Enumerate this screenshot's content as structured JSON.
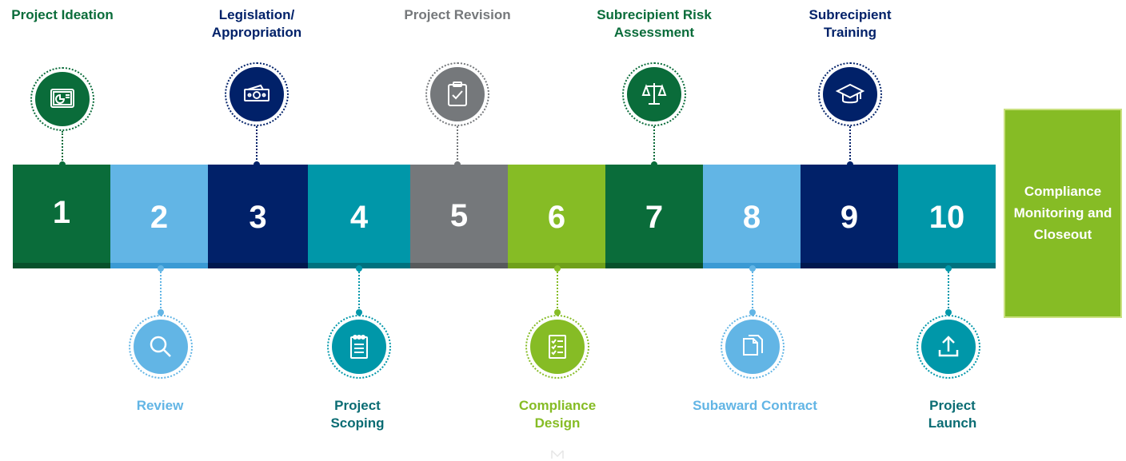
{
  "colors": {
    "dark_green": "#0a6c3a",
    "light_blue": "#62b5e5",
    "navy": "#012169",
    "teal": "#0097a9",
    "gray": "#75787b",
    "lime": "#86bc25"
  },
  "steps": [
    {
      "num": "1",
      "label": "Project Ideation",
      "icon": "presentation-icon",
      "pos": "top"
    },
    {
      "num": "2",
      "label": "Review",
      "icon": "search-icon",
      "pos": "bottom"
    },
    {
      "num": "3",
      "label": "Legislation/ Appropriation",
      "icon": "money-icon",
      "pos": "top"
    },
    {
      "num": "4",
      "label": "Project Scoping",
      "icon": "notepad-icon",
      "pos": "bottom"
    },
    {
      "num": "5",
      "label": "Project Revision",
      "icon": "clipboard-check-icon",
      "pos": "top"
    },
    {
      "num": "6",
      "label": "Compliance Design",
      "icon": "checklist-icon",
      "pos": "bottom"
    },
    {
      "num": "7",
      "label": "Subrecipient Risk Assessment",
      "icon": "scales-icon",
      "pos": "top"
    },
    {
      "num": "8",
      "label": "Subaward Contract",
      "icon": "documents-icon",
      "pos": "bottom"
    },
    {
      "num": "9",
      "label": "Subrecipient Training",
      "icon": "graduation-cap-icon",
      "pos": "top"
    },
    {
      "num": "10",
      "label": "Project Launch",
      "icon": "upload-icon",
      "pos": "bottom"
    }
  ],
  "final_step": {
    "label": "Compliance Monitoring and Closeout"
  }
}
